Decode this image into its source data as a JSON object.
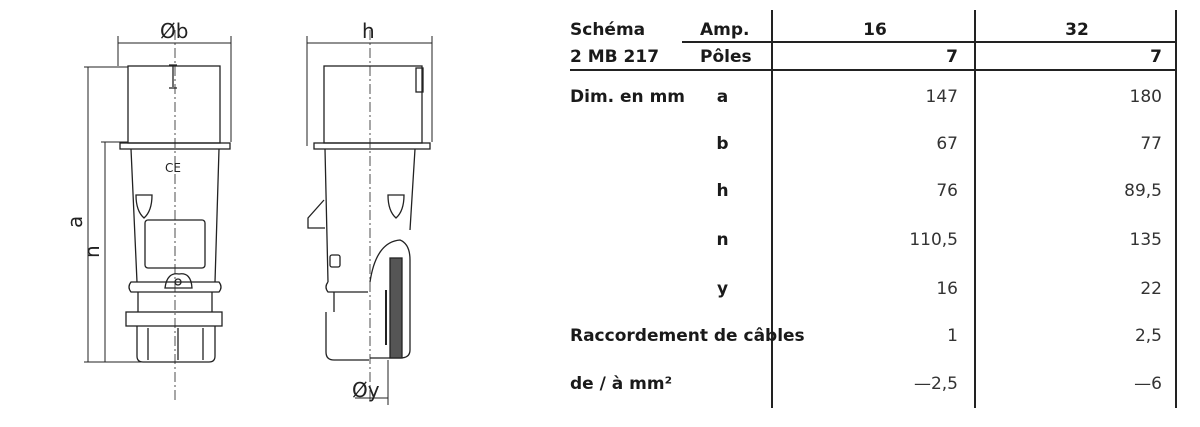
{
  "drawing": {
    "labels": {
      "b": "Øb",
      "h": "h",
      "a": "a",
      "n": "n",
      "y": "Øy"
    },
    "marking": "CE"
  },
  "table": {
    "schema_label": "Schéma",
    "schema_code": "2 MB 217",
    "amp_label": "Amp.",
    "poles_label": "Pôles",
    "columns": [
      {
        "amp": "16",
        "poles": "7"
      },
      {
        "amp": "32",
        "poles": "7"
      }
    ],
    "dim_label": "Dim. en mm",
    "cable_label": "Raccordement de câbles",
    "cable_unit_label": "de / à mm²",
    "rows": [
      {
        "key": "a",
        "v16": "147",
        "v32": "180"
      },
      {
        "key": "b",
        "v16": "67",
        "v32": "77"
      },
      {
        "key": "h",
        "v16": "76",
        "v32": "89,5"
      },
      {
        "key": "n",
        "v16": "110,5",
        "v32": "135"
      },
      {
        "key": "y",
        "v16": "16",
        "v32": "22"
      },
      {
        "key": "",
        "v16": "1",
        "v32": "2,5"
      },
      {
        "key": "",
        "v16": "—2,5",
        "v32": "—6"
      }
    ]
  }
}
